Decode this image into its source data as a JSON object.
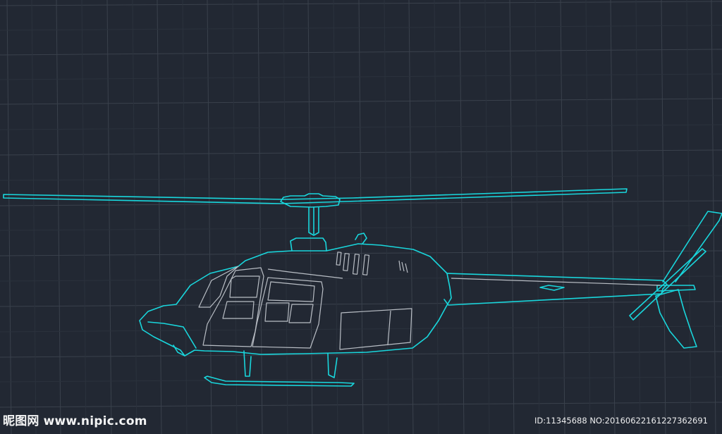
{
  "colors": {
    "background": "#222833",
    "grid": "#3a414c",
    "outline": "#19d6dc",
    "detail": "#b9bec5",
    "watermark": "#ffffff"
  },
  "watermark": {
    "logo_text": "昵图网",
    "site": "www.nipic.com",
    "id_text": "ID:11345688 NO:20160622161227362691"
  }
}
